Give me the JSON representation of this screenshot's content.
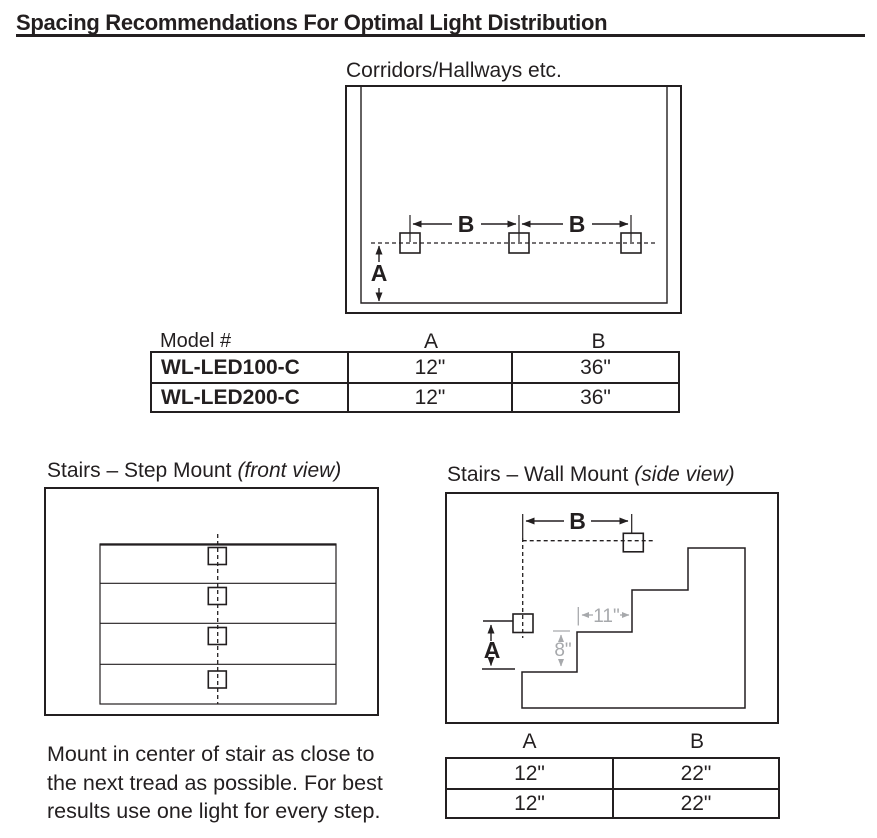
{
  "page": {
    "title": "Spacing Recommendations For Optimal Light Distribution"
  },
  "corridor": {
    "heading": "Corridors/Hallways etc.",
    "labels": {
      "b1": "B",
      "b2": "B",
      "a": "A"
    },
    "table": {
      "headers": {
        "model": "Model #",
        "a": "A",
        "b": "B"
      },
      "rows": [
        {
          "model": "WL-LED100-C",
          "a": "12\"",
          "b": "36\""
        },
        {
          "model": "WL-LED200-C",
          "a": "12\"",
          "b": "36\""
        }
      ]
    }
  },
  "step_mount": {
    "heading": "Stairs – Step Mount",
    "view_note": "(front view)",
    "note": {
      "line1": "Mount in center of stair as close to",
      "line2": "the next tread as possible. For best",
      "line3": "results use one light for every step."
    }
  },
  "wall_mount": {
    "heading": "Stairs – Wall Mount",
    "view_note": "(side view)",
    "labels": {
      "b": "B",
      "a": "A",
      "tread_depth": "11\"",
      "riser_height": "8\""
    },
    "table": {
      "headers": {
        "a": "A",
        "b": "B"
      },
      "rows": [
        {
          "a": "12\"",
          "b": "22\""
        },
        {
          "a": "12\"",
          "b": "22\""
        }
      ]
    }
  },
  "colors": {
    "ink": "#231f20",
    "dim_gray": "#a7a9ac"
  }
}
